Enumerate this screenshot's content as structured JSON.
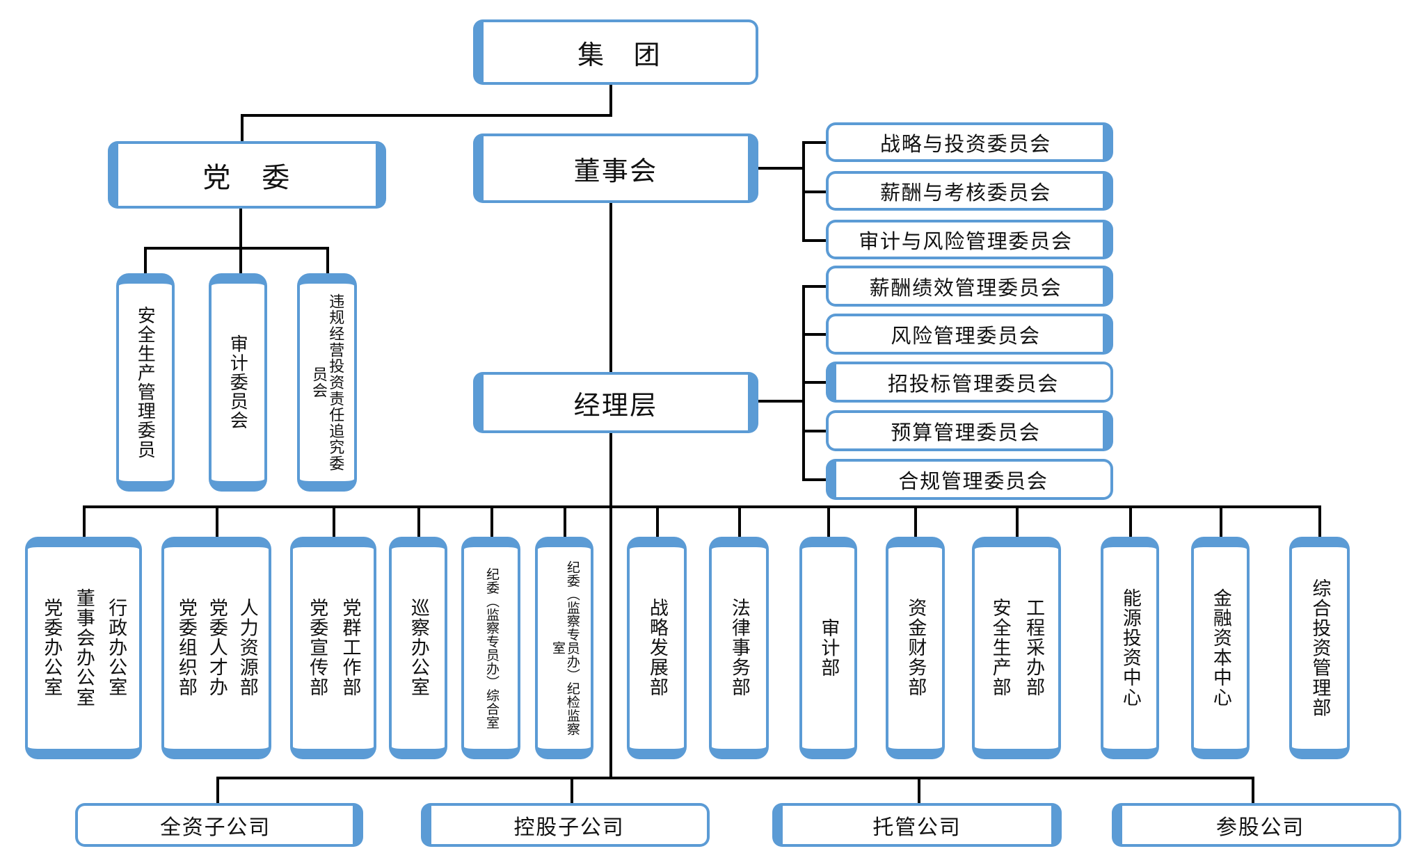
{
  "accent_color": "#5b9bd5",
  "line_color": "#000000",
  "org": {
    "group": "集　团",
    "party_committee": "党　委",
    "board": "董事会",
    "management": "经理层",
    "party_sub": [
      "安全生产管理委员",
      "审计委员会",
      "违规经营投资责任追究委员会"
    ],
    "board_committees": [
      "战略与投资委员会",
      "薪酬与考核委员会",
      "审计与风险管理委员会"
    ],
    "management_committees": [
      "薪酬绩效管理委员会",
      "风险管理委员会",
      "招投标管理委员会",
      "预算管理委员会",
      "合规管理委员会"
    ],
    "departments": [
      [
        "行政办公室",
        "董事会办公室",
        "党委办公室"
      ],
      [
        "人力资源部",
        "党委人才办",
        "党委组织部"
      ],
      [
        "党群工作部",
        "党委宣传部"
      ],
      [
        "巡察办公室"
      ],
      [
        "纪委（监察专员办）综合室"
      ],
      [
        "纪委（监察专员办）纪检监察室"
      ],
      [
        "战略发展部"
      ],
      [
        "法律事务部"
      ],
      [
        "审计部"
      ],
      [
        "资金财务部"
      ],
      [
        "工程采办部",
        "安全生产部"
      ],
      [
        "能源投资中心"
      ],
      [
        "金融资本中心"
      ],
      [
        "综合投资管理部"
      ]
    ],
    "subsidiaries": [
      "全资子公司",
      "控股子公司",
      "托管公司",
      "参股公司"
    ]
  }
}
